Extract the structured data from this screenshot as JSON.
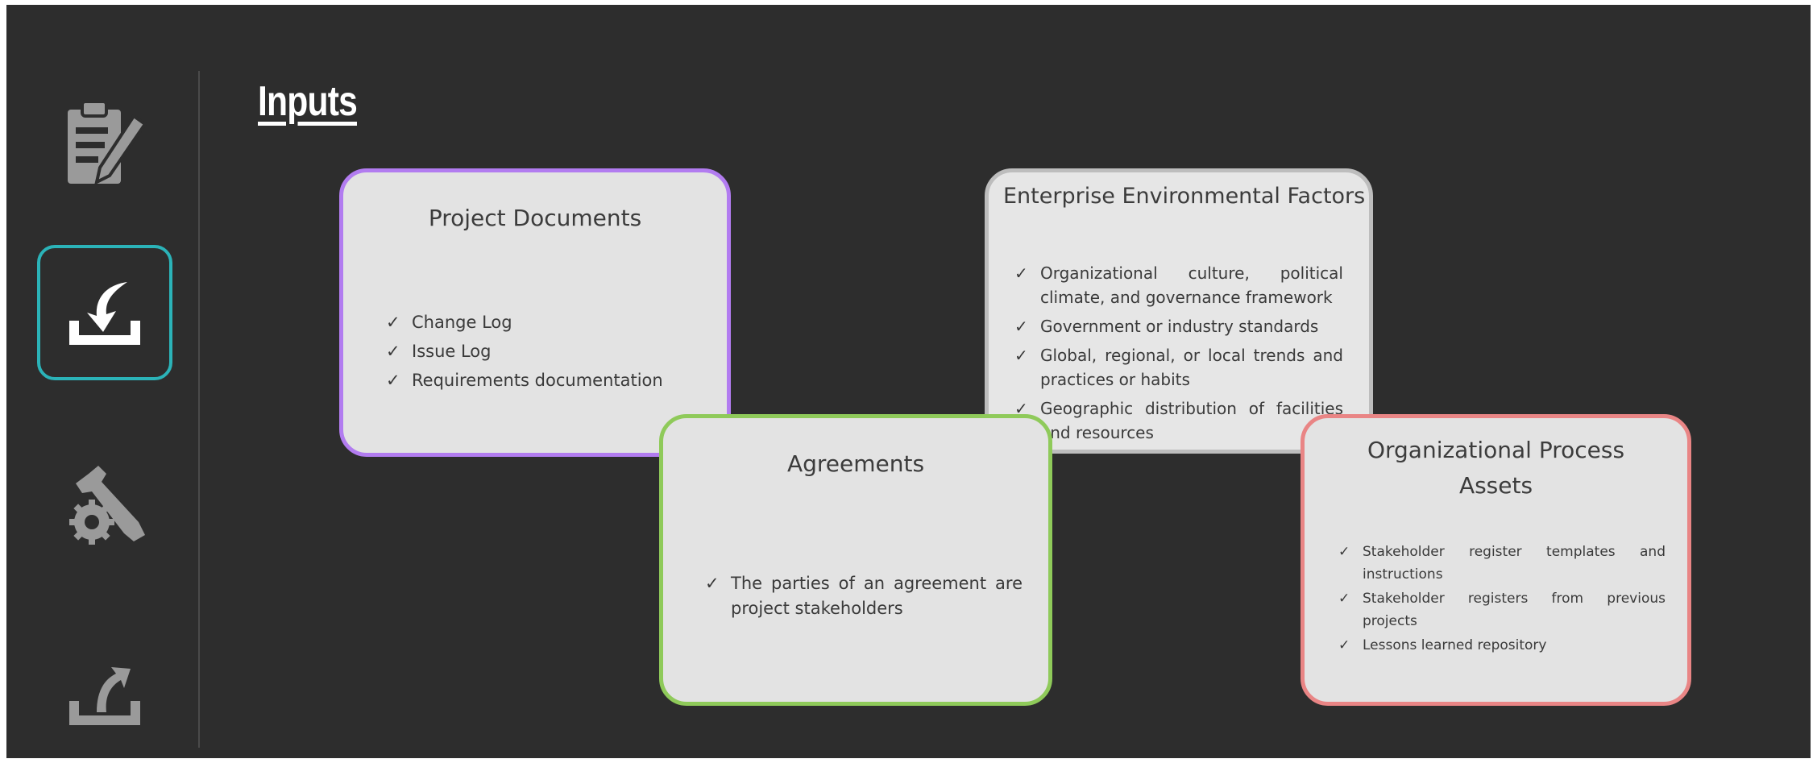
{
  "title": "Inputs",
  "sidebar": {
    "items": [
      {
        "icon": "clipboard-edit-icon",
        "active": false
      },
      {
        "icon": "inbox-download-icon",
        "active": true
      },
      {
        "icon": "tools-gear-icon",
        "active": false
      },
      {
        "icon": "outbox-upload-icon",
        "active": false
      }
    ]
  },
  "cards": {
    "project_documents": {
      "title": "Project Documents",
      "items": [
        "Change Log",
        "Issue Log",
        "Requirements documentation"
      ]
    },
    "agreements": {
      "title": "Agreements",
      "items": [
        "The parties of an agreement are project stakeholders"
      ]
    },
    "eef": {
      "title": "Enterprise Environmental Factors",
      "items": [
        "Organizational culture, political climate, and governance framework",
        "Government or industry standards",
        "Global, regional, or local trends and practices or habits",
        "Geographic distribution of facilities and resources"
      ]
    },
    "opa": {
      "title": "Organizational Process Assets",
      "items": [
        "Stakeholder register templates and instructions",
        "Stakeholder registers from previous projects",
        "Lessons learned repository"
      ]
    }
  },
  "colors": {
    "background": "#2d2d2d",
    "active_accent": "#2bb3b8",
    "project_documents_border": "#b27cf0",
    "agreements_border": "#8fca5a",
    "eef_border": "#bdbdbd",
    "opa_border": "#e98585"
  }
}
